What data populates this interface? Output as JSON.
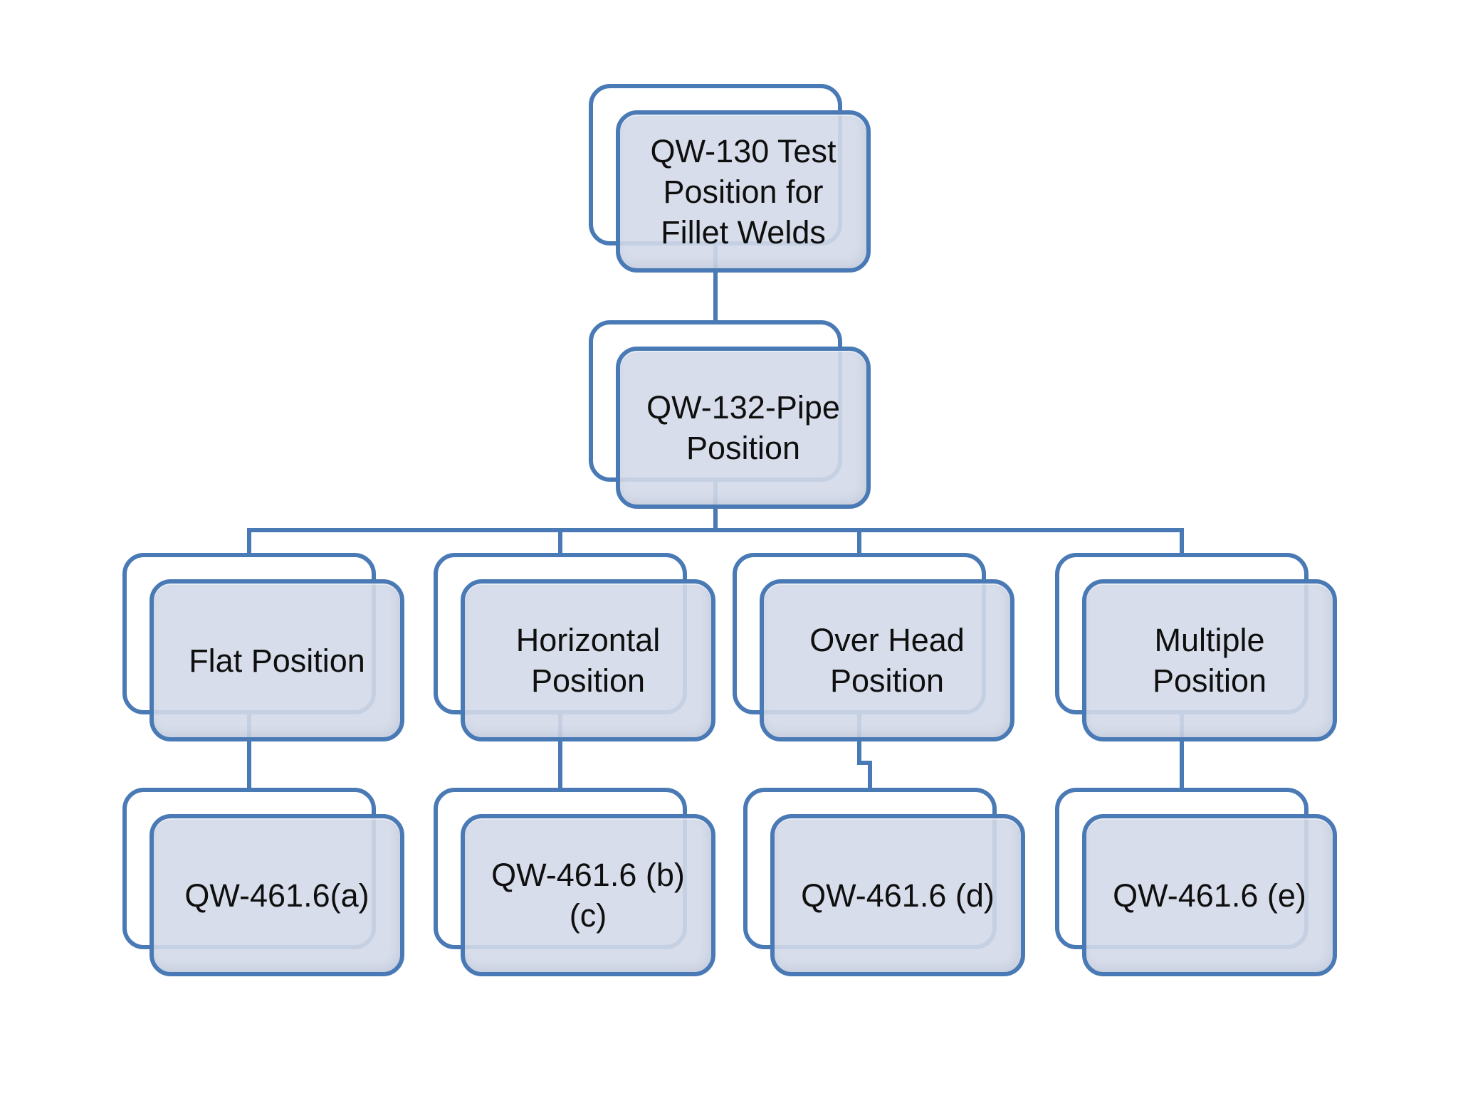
{
  "diagram": {
    "type": "hierarchy-flowchart",
    "colors": {
      "background": "#ffffff",
      "border": "#4a7ab5",
      "node_fill": "rgba(211,217,232,0.9)",
      "text": "#0f0f0f"
    },
    "nodes": [
      {
        "id": "qw-130",
        "label": "QW-130 Test Position for Fillet Welds",
        "level": 1
      },
      {
        "id": "qw-132",
        "label": "QW-132-Pipe Position",
        "level": 2
      },
      {
        "id": "flat",
        "label": "Flat Position",
        "level": 3
      },
      {
        "id": "horizontal",
        "label": "Horizontal Position",
        "level": 3
      },
      {
        "id": "overhead",
        "label": "Over Head Position",
        "level": 3
      },
      {
        "id": "multiple",
        "label": "Multiple Position",
        "level": 3
      },
      {
        "id": "qw-461-6-a",
        "label": "QW-461.6(a)",
        "level": 4
      },
      {
        "id": "qw-461-6-bc",
        "label": "QW-461.6 (b)(c)",
        "level": 4
      },
      {
        "id": "qw-461-6-d",
        "label": "QW-461.6 (d)",
        "level": 4
      },
      {
        "id": "qw-461-6-e",
        "label": "QW-461.6 (e)",
        "level": 4
      }
    ],
    "edges": [
      {
        "from": "qw-130",
        "to": "qw-132"
      },
      {
        "from": "qw-132",
        "to": "flat"
      },
      {
        "from": "qw-132",
        "to": "horizontal"
      },
      {
        "from": "qw-132",
        "to": "overhead"
      },
      {
        "from": "qw-132",
        "to": "multiple"
      },
      {
        "from": "flat",
        "to": "qw-461-6-a"
      },
      {
        "from": "horizontal",
        "to": "qw-461-6-bc"
      },
      {
        "from": "overhead",
        "to": "qw-461-6-d"
      },
      {
        "from": "multiple",
        "to": "qw-461-6-e"
      }
    ]
  }
}
